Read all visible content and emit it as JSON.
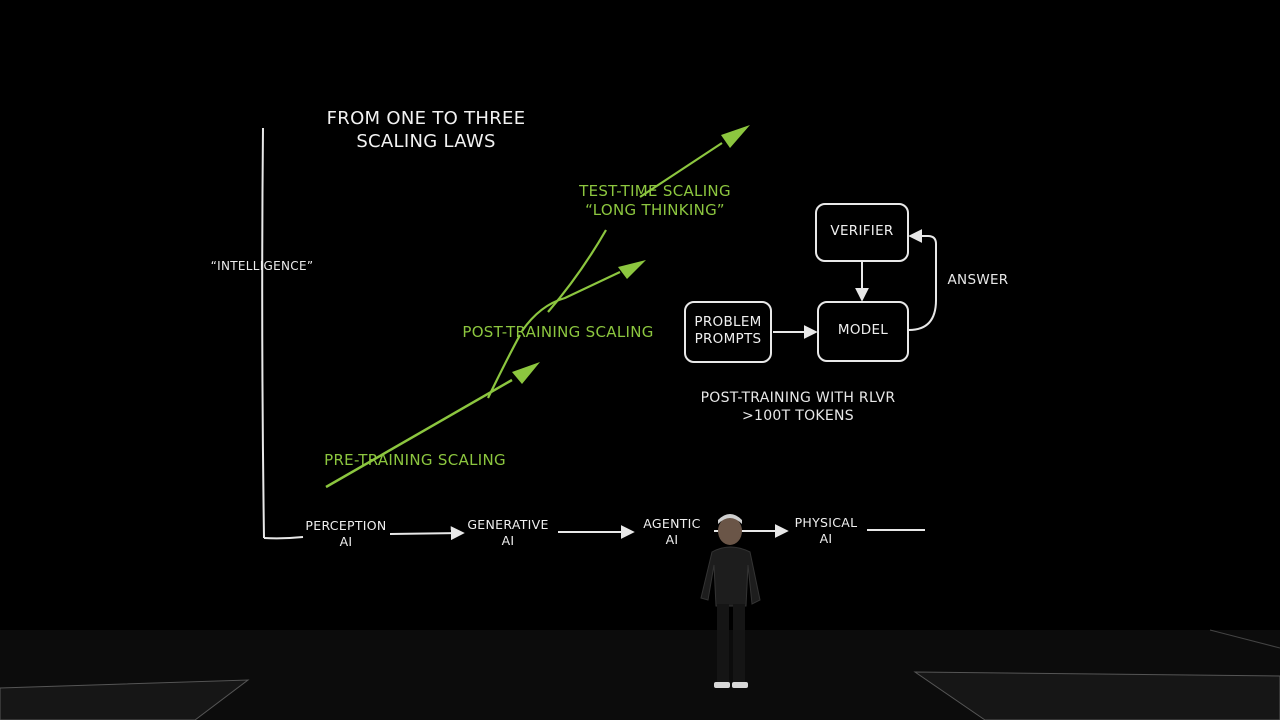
{
  "title": "FROM ONE TO THREE\nSCALING LAWS",
  "y_axis_label": "“INTELLIGENCE”",
  "scaling_laws": {
    "pre_training": "PRE-TRAINING SCALING",
    "post_training": "POST-TRAINING SCALING",
    "test_time": "TEST-TIME SCALING\n“LONG THINKING”"
  },
  "x_axis_stages": [
    "PERCEPTION\nAI",
    "GENERATIVE\nAI",
    "AGENTIC\nAI",
    "PHYSICAL\nAI"
  ],
  "rlvr_diagram": {
    "verifier": "VERIFIER",
    "model": "MODEL",
    "problem_prompts": "PROBLEM\nPROMPTS",
    "answer": "ANSWER",
    "footnote": "POST-TRAINING WITH RLVR\n>100T TOKENS"
  },
  "colors": {
    "background": "#000000",
    "accent_green": "#8cc63f",
    "line_white": "#e8e8e8"
  }
}
